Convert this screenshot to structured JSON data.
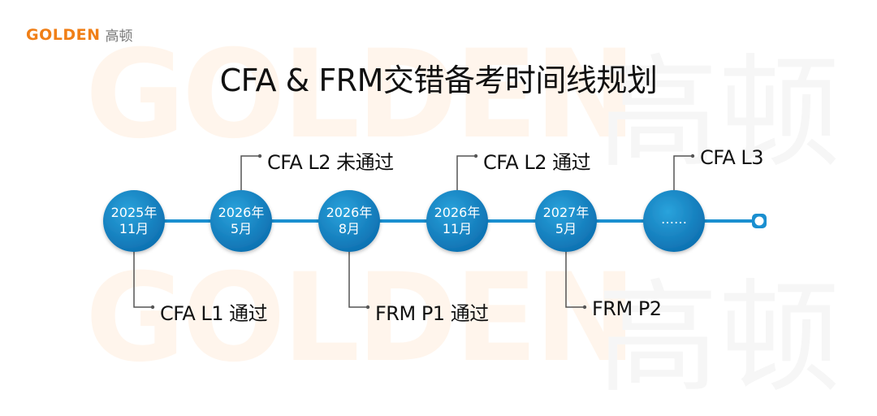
{
  "brand": {
    "logo_en": "GOLDEN",
    "logo_cn": "高顿",
    "logo_color": "#f07f17",
    "watermark_en": "GOLDEN",
    "watermark_cn": "高顿"
  },
  "title": "CFA & FRM交错备考时间线规划",
  "colors": {
    "node": "#1a8fd0",
    "node_dark": "#0d6fb0",
    "line": "#1a8fd0",
    "connector": "#555555"
  },
  "timeline": {
    "nodes": [
      {
        "line1": "2025年",
        "line2": "11月"
      },
      {
        "line1": "2026年",
        "line2": "5月"
      },
      {
        "line1": "2026年",
        "line2": "8月"
      },
      {
        "line1": "2026年",
        "line2": "11月"
      },
      {
        "line1": "2027年",
        "line2": "5月"
      },
      {
        "line1": "……",
        "line2": ""
      }
    ],
    "events": [
      {
        "node_index": 0,
        "side": "bottom",
        "label": "CFA L1 通过"
      },
      {
        "node_index": 1,
        "side": "top",
        "label": "CFA L2 未通过"
      },
      {
        "node_index": 2,
        "side": "bottom",
        "label": "FRM P1 通过"
      },
      {
        "node_index": 3,
        "side": "top",
        "label": "CFA L2 通过"
      },
      {
        "node_index": 4,
        "side": "bottom",
        "label": "FRM P2"
      },
      {
        "node_index": 5,
        "side": "top",
        "label": "CFA L3"
      }
    ]
  }
}
